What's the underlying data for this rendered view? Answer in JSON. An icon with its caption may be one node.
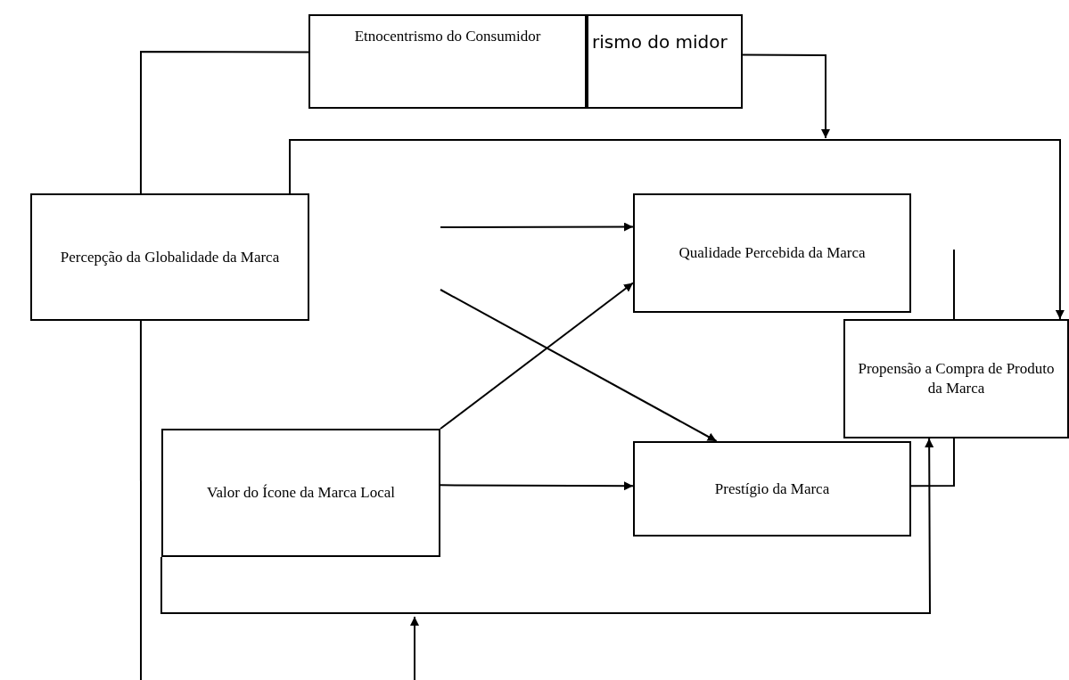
{
  "diagram": {
    "nodes": [
      {
        "text": [
          "Etnocentrismo do Consumidor"
        ]
      },
      {
        "text": [
          "rismo do midor"
        ]
      },
      {
        "text": [
          "Percepção da Globalidade da Marca"
        ]
      },
      {
        "text": [
          "Qualidade Percebida da Marca"
        ]
      },
      {
        "text": [
          "Propensão a Compra de Produto da Marca"
        ]
      },
      {
        "text": [
          "Valor do Ícone da Marca Local"
        ]
      },
      {
        "text": [
          "Prestígio da Marca"
        ]
      }
    ],
    "edges": [
      {
        "from": 0,
        "to": 2,
        "arrow": "none"
      },
      {
        "from": 2,
        "to": 4,
        "arrow": "to"
      },
      {
        "from": 1,
        "to": null,
        "arrow": "to"
      },
      {
        "from": null,
        "to": 3,
        "arrow": "to"
      },
      {
        "from": null,
        "to": 6,
        "arrow": "to"
      },
      {
        "from": 5,
        "to": 3,
        "arrow": "to"
      },
      {
        "from": 5,
        "to": 6,
        "arrow": "to"
      },
      {
        "from": 6,
        "to": 4,
        "arrow": "none"
      },
      {
        "from": 4,
        "to": null,
        "arrow": "none"
      },
      {
        "from": 5,
        "to": 4,
        "arrow": "to"
      },
      {
        "from": 2,
        "to": null,
        "arrow": "none"
      }
    ]
  }
}
